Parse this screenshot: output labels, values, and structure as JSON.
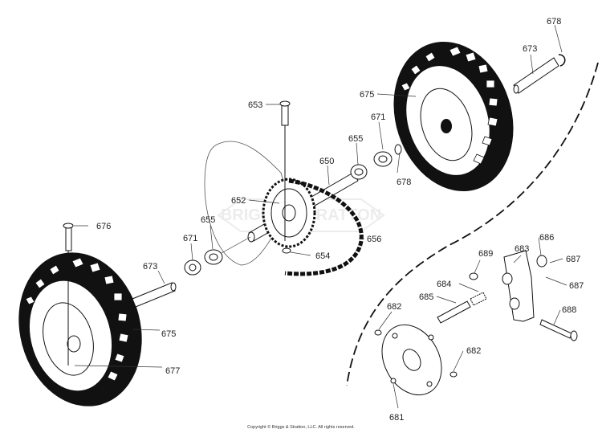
{
  "callouts": [
    {
      "id": "c678a",
      "text": "678"
    },
    {
      "id": "c673a",
      "text": "673"
    },
    {
      "id": "c675a",
      "text": "675"
    },
    {
      "id": "c653",
      "text": "653"
    },
    {
      "id": "c671a",
      "text": "671"
    },
    {
      "id": "c655a",
      "text": "655"
    },
    {
      "id": "c650",
      "text": "650"
    },
    {
      "id": "c678b",
      "text": "678"
    },
    {
      "id": "c652",
      "text": "652"
    },
    {
      "id": "c676",
      "text": "676"
    },
    {
      "id": "c655b",
      "text": "655"
    },
    {
      "id": "c671b",
      "text": "671"
    },
    {
      "id": "c656",
      "text": "656"
    },
    {
      "id": "c654",
      "text": "654"
    },
    {
      "id": "c673b",
      "text": "673"
    },
    {
      "id": "c689",
      "text": "689"
    },
    {
      "id": "c683",
      "text": "683"
    },
    {
      "id": "c686",
      "text": "686"
    },
    {
      "id": "c687a",
      "text": "687"
    },
    {
      "id": "c684",
      "text": "684"
    },
    {
      "id": "c687b",
      "text": "687"
    },
    {
      "id": "c685",
      "text": "685"
    },
    {
      "id": "c682a",
      "text": "682"
    },
    {
      "id": "c688",
      "text": "688"
    },
    {
      "id": "c675b",
      "text": "675"
    },
    {
      "id": "c682b",
      "text": "682"
    },
    {
      "id": "c677",
      "text": "677"
    },
    {
      "id": "c681",
      "text": "681"
    }
  ],
  "copyright": "Copyright © Briggs & Stratton, LLC. All rights reserved."
}
